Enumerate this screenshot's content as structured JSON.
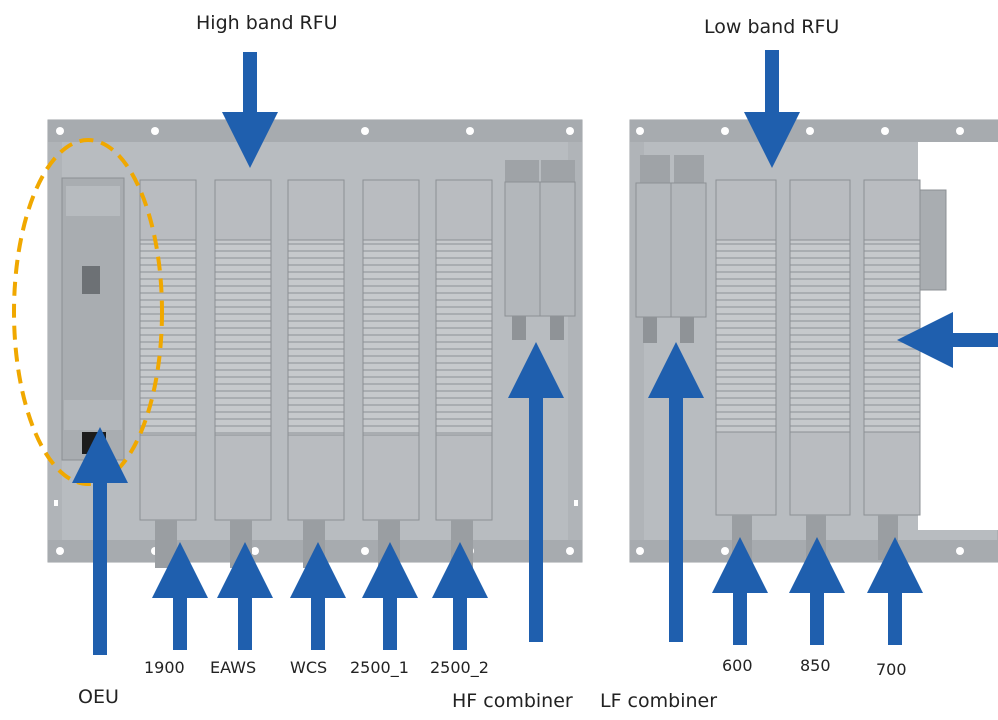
{
  "labels": {
    "high_band_rfu": "High band RFU",
    "low_band_rfu": "Low band RFU",
    "oeu": "OEU",
    "hf_combiner": "HF combiner",
    "lf_combiner": "LF combiner"
  },
  "high_band_modules": [
    "1900",
    "EAWS",
    "WCS",
    "2500_1",
    "2500_2"
  ],
  "low_band_modules": [
    "600",
    "850",
    "700"
  ],
  "colors": {
    "arrow": "#1f5fae",
    "highlight": "#f0a800",
    "chassis": "#b9bdc1",
    "module": "#c3c6c9"
  }
}
